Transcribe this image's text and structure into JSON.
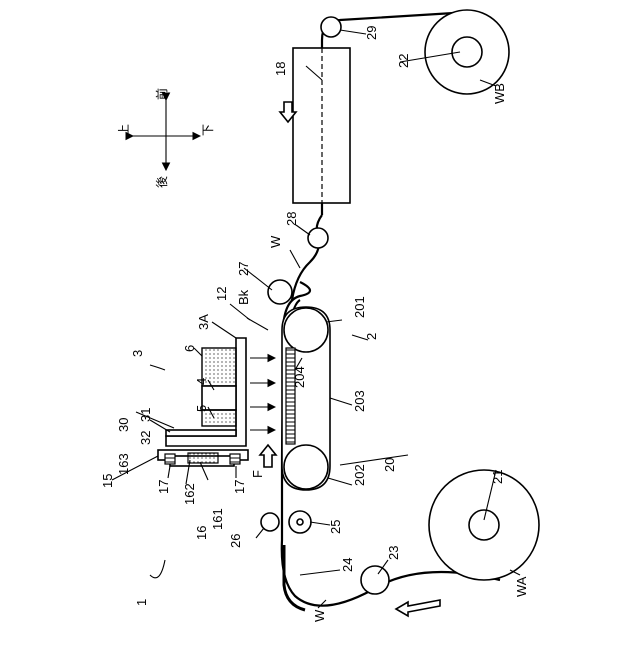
{
  "labels": {
    "l1": "1",
    "l2": "2",
    "l3": "3",
    "l3A": "3A",
    "l4": "4",
    "l5": "5",
    "l6": "6",
    "l12": "12",
    "l15": "15",
    "l16": "16",
    "l17a": "17",
    "l17b": "17",
    "l18": "18",
    "l20": "20",
    "l21": "21",
    "l22": "22",
    "l23": "23",
    "l24": "24",
    "l25": "25",
    "l26": "26",
    "l27": "27",
    "l28": "28",
    "l29": "29",
    "l30": "30",
    "l31": "31",
    "l32": "32",
    "l161": "161",
    "l162": "162",
    "l163": "163",
    "l201": "201",
    "l202": "202",
    "l203": "203",
    "l204": "204",
    "lBk": "Bk",
    "lF": "F",
    "lW1": "W",
    "lW2": "W",
    "lWA": "WA",
    "lWB": "WB"
  },
  "compass": {
    "top": "上",
    "bottom": "下",
    "front": "前",
    "back": "後"
  }
}
